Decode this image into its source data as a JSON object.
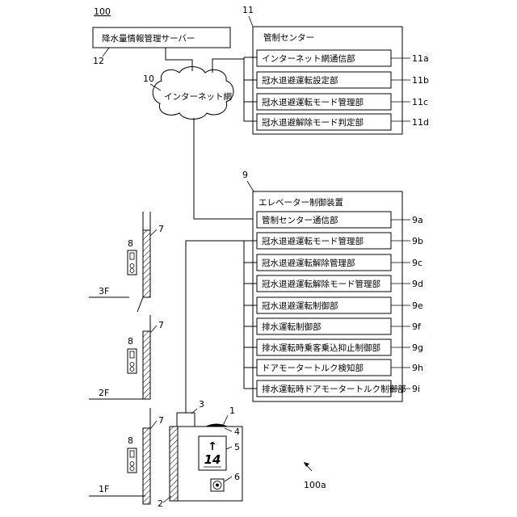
{
  "figure_number": "100",
  "figure_label": "100a",
  "rain_server": {
    "label": "降水量情報管理サーバー",
    "ref": "12"
  },
  "network": {
    "label": "インターネット網",
    "ref": "10"
  },
  "control_center": {
    "title": "管制センター",
    "ref": "11",
    "units": [
      {
        "label": "インターネット網通信部",
        "ref": "11a"
      },
      {
        "label": "冠水退避運転設定部",
        "ref": "11b"
      },
      {
        "label": "冠水退避運転モード管理部",
        "ref": "11c"
      },
      {
        "label": "冠水退避解除モード判定部",
        "ref": "11d"
      }
    ]
  },
  "elevator_controller": {
    "title": "エレベーター制御装置",
    "ref": "9",
    "units": [
      {
        "label": "管制センター通信部",
        "ref": "9a"
      },
      {
        "label": "冠水退避運転モード管理部",
        "ref": "9b"
      },
      {
        "label": "冠水退避運転解除管理部",
        "ref": "9c"
      },
      {
        "label": "冠水退避運転解除モード管理部",
        "ref": "9d"
      },
      {
        "label": "冠水退避運転制御部",
        "ref": "9e"
      },
      {
        "label": "排水運転制御部",
        "ref": "9f"
      },
      {
        "label": "排水運転時乗客乗込抑止制御部",
        "ref": "9g"
      },
      {
        "label": "ドアモータートルク検知部",
        "ref": "9h"
      },
      {
        "label": "排水運転時ドアモータートルク制御部",
        "ref": "9i"
      }
    ]
  },
  "floors": [
    {
      "label": "3F"
    },
    {
      "label": "2F"
    },
    {
      "label": "1F"
    }
  ],
  "refs": {
    "hall_door": "7",
    "hall_button": "8",
    "car": "1",
    "car_wall": "2",
    "car_top_unit": "3",
    "car_light": "4",
    "car_display": "5",
    "car_camera": "6"
  },
  "car_display": {
    "arrow": "↑",
    "floor_number": "14"
  }
}
